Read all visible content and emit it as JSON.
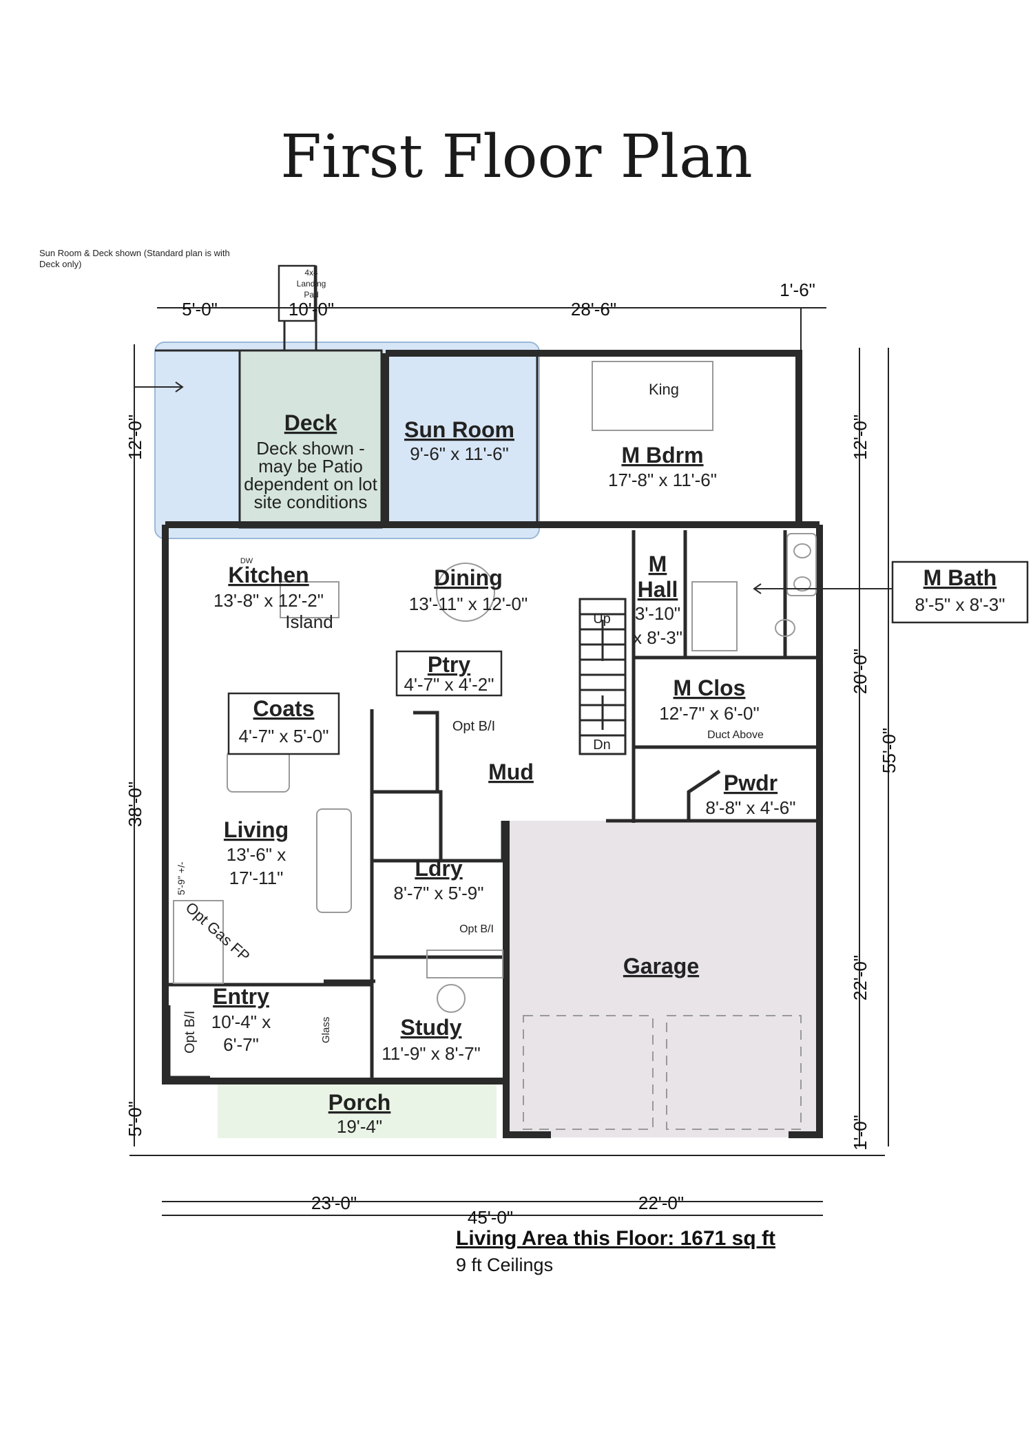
{
  "title": "First Floor Plan",
  "note": "Sun Room & Deck shown (Standard plan is with Deck only)",
  "landing_pad": {
    "line1": "4x4",
    "line2": "Landing",
    "line3": "Pad"
  },
  "rooms": {
    "deck": {
      "name": "Deck",
      "desc1": "Deck shown -",
      "desc2": "may be Patio",
      "desc3": "dependent on lot",
      "desc4": "site conditions"
    },
    "sunroom": {
      "name": "Sun Room",
      "dim": "9'-6\" x 11'-6\""
    },
    "mbdrm": {
      "name": "M Bdrm",
      "dim": "17'-8\" x 11'-6\"",
      "bed": "King"
    },
    "mbath": {
      "name": "M Bath",
      "dim": "8'-5\" x 8'-3\""
    },
    "mhall": {
      "name1": "M",
      "name2": "Hall",
      "dim1": "3'-10\"",
      "dim2": "x 8'-3\""
    },
    "kitchen": {
      "name": "Kitchen",
      "dim": "13'-8\" x 12'-2\"",
      "island": "Island",
      "dw": "DW"
    },
    "dining": {
      "name": "Dining",
      "dim": "13'-11\" x 12'-0\""
    },
    "ptry": {
      "name": "Ptry",
      "dim": "4'-7\" x 4'-2\""
    },
    "coats": {
      "name": "Coats",
      "dim": "4'-7\" x 5'-0\""
    },
    "mclos": {
      "name": "M Clos",
      "dim": "12'-7\" x 6'-0\"",
      "duct": "Duct Above"
    },
    "pwdr": {
      "name": "Pwdr",
      "dim": "8'-8\" x 4'-6\""
    },
    "mud": {
      "name": "Mud"
    },
    "living": {
      "name": "Living",
      "dim1": "13'-6\" x",
      "dim2": "17'-11\""
    },
    "ldry": {
      "name": "Ldry",
      "dim": "8'-7\" x 5'-9\"",
      "optbi": "Opt B/I"
    },
    "entry": {
      "name": "Entry",
      "dim1": "10'-4\" x",
      "dim2": "6'-7\"",
      "optbi": "Opt B/I",
      "glass": "Glass"
    },
    "study": {
      "name": "Study",
      "dim": "11'-9\" x 8'-7\""
    },
    "garage": {
      "name": "Garage"
    },
    "porch": {
      "name": "Porch",
      "dim": "19'-4\""
    }
  },
  "stairs": {
    "up": "Up",
    "down": "Dn"
  },
  "labels": {
    "opt_bi_mud": "Opt B/I",
    "opt_gas_fp": "Opt Gas FP",
    "fp_dim": "5'-9\" +/-"
  },
  "dimensions": {
    "top_left": "5'-0\"",
    "top_mid": "10'-0\"",
    "top_right": "28'-6\"",
    "top_small": "1'-6\"",
    "left_12": "12'-0\"",
    "left_38": "38'-0\"",
    "left_5": "5'-0\"",
    "right_12": "12'-0\"",
    "right_20": "20'-0\"",
    "right_22": "22'-0\"",
    "right_1": "1'-0\"",
    "right_55": "55'-0\"",
    "bottom_23": "23'-0\"",
    "bottom_22": "22'-0\"",
    "bottom_45": "45'-0\""
  },
  "footer": {
    "area": "Living Area this Floor: 1671 sq ft",
    "ceilings": "9 ft Ceilings"
  },
  "colors": {
    "sunroom_fill": "#d7e6f6",
    "deck_fill": "#d5e5de",
    "garage_fill": "#e8e4e7",
    "porch_fill": "#eaf4e6",
    "wall": "#2a2a2a"
  }
}
